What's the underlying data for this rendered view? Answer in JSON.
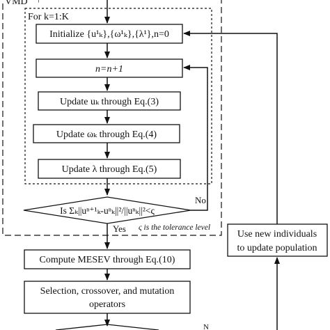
{
  "outer_frame_label": "VMD",
  "inner_frame_label": "For k=1:K",
  "steps": {
    "initialize": "Initialize {u¹ₖ},{ω¹ₖ},{λ¹},n=0",
    "increment": "n=n+1",
    "update_u": "Update uₖ through Eq.(3)",
    "update_omega": "Update ωₖ through Eq.(4)",
    "update_lambda": "Update λ through Eq.(5)",
    "condition": "Is Σₖ||uⁿ⁺¹ₖ-uⁿₖ||²/||uⁿₖ||²<ς",
    "tolerance_note": "ς is the tolerance level",
    "compute_mesev": "Compute MESEV through Eq.(10)",
    "selection_line1": "Selection, crossover, and mutation",
    "selection_line2": "operators",
    "update_population_line1": "Use new individuals",
    "update_population_line2": "to update population"
  },
  "edge_labels": {
    "no": "No",
    "yes": "Yes",
    "bottom_no_fragment": "N"
  },
  "colors": {
    "stroke": "#111111",
    "background": "#ffffff"
  }
}
